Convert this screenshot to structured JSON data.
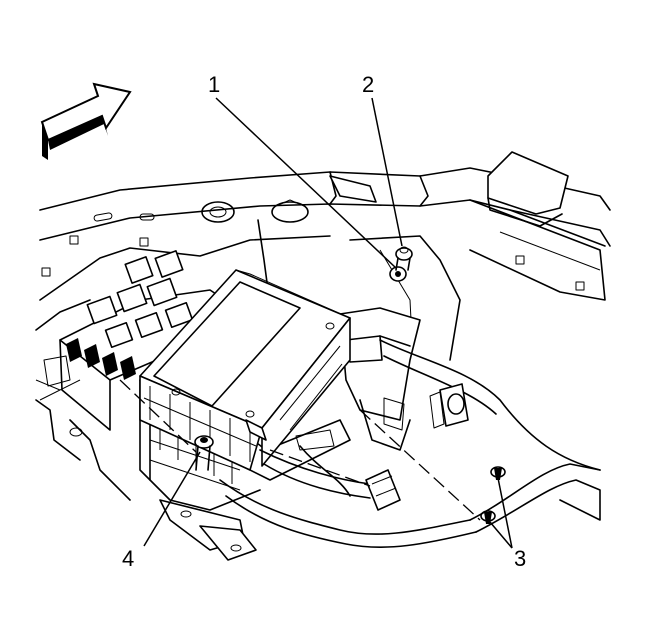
{
  "callouts": {
    "c1": "1",
    "c2": "2",
    "c3": "3",
    "c4": "4"
  },
  "icons": {
    "direction": "forward-arrow-icon"
  }
}
